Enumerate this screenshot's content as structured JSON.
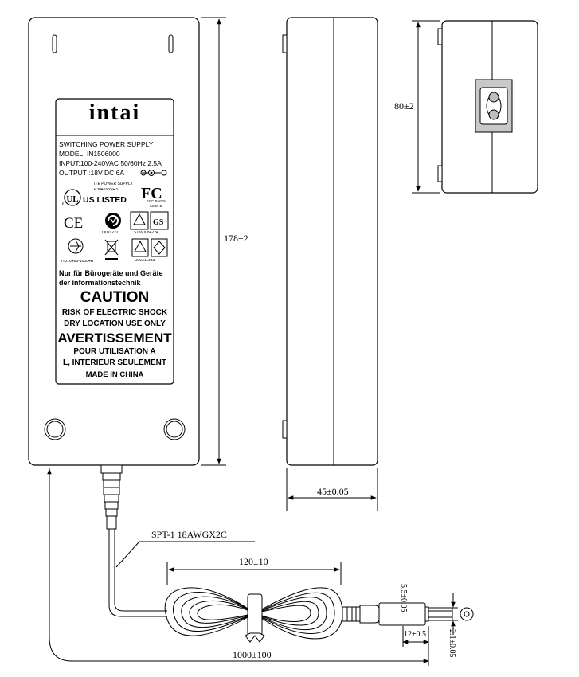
{
  "label": {
    "brand": "intai",
    "line1": "SWITCHING POWER SUPPLY",
    "line2": "MODEL: IN1506000",
    "line3": "INPUT:100-240VAC 50/60Hz 2.5A",
    "line4": "OUTPUT :18V DC 6A",
    "ul_text1": "ITE POWER SUPPLY",
    "ul_text2": "E304163SR3",
    "ul_listed": "US LISTED",
    "fcc_text1": "FCC Part15",
    "fcc_text2": "Class B",
    "cert_code1": "Q091222",
    "cert_code2": "S1160084224",
    "cert_code3": "HU10488-10004A",
    "cert_code4": "J06311333",
    "german1": "Nur für Bürogeräte und Geräte",
    "german2": "der informationstechnik",
    "caution": "CAUTION",
    "caution1": "RISK OF ELECTRIC SHOCK",
    "caution2": "DRY LOCATION USE ONLY",
    "avert": "AVERTISSEMENT",
    "avert1": "POUR UTILISATION A",
    "avert2": "L, INTERIEUR SEULEMENT",
    "made": "MADE IN CHINA"
  },
  "dimensions": {
    "length": "178±2",
    "width": "80±2",
    "thickness": "45±0.05",
    "cable_type": "SPT-1 18AWGX2C",
    "coil": "120±10",
    "cable_length": "1000±100",
    "plug_len": "12±0.5",
    "plug_od": "5.5±0.05",
    "plug_id": "2.1±0.05"
  }
}
